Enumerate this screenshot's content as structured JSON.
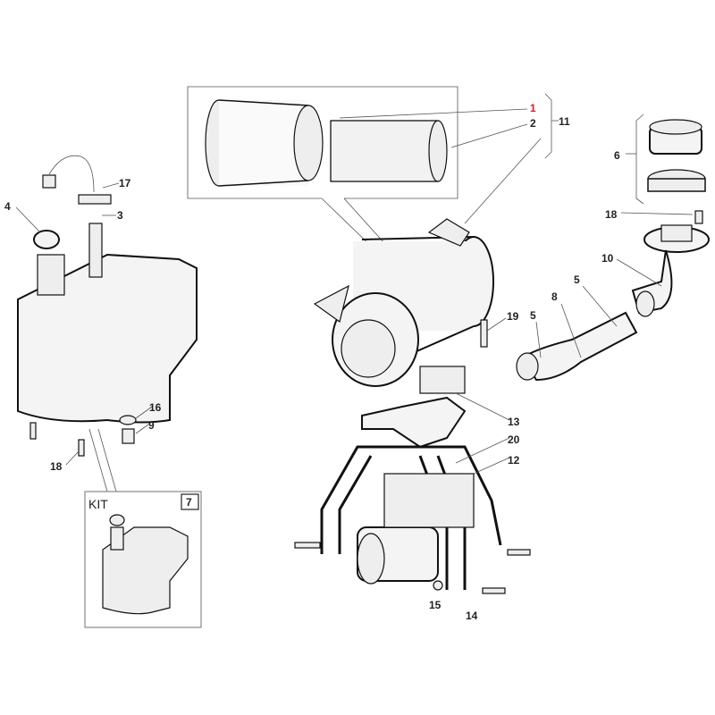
{
  "diagram": {
    "callouts": {
      "c1": "1",
      "c2": "2",
      "c11": "11",
      "c6": "6",
      "c18a": "18",
      "c10": "10",
      "c8": "8",
      "c5a": "5",
      "c5b": "5",
      "c19": "19",
      "c13": "13",
      "c20": "20",
      "c12": "12",
      "c14": "14",
      "c15": "15",
      "c4": "4",
      "c17": "17",
      "c3": "3",
      "c16": "16",
      "c9": "9",
      "c18b": "18"
    },
    "kit_box": {
      "label": "KIT",
      "number": "7"
    },
    "highlight_color": "#d0202a"
  }
}
